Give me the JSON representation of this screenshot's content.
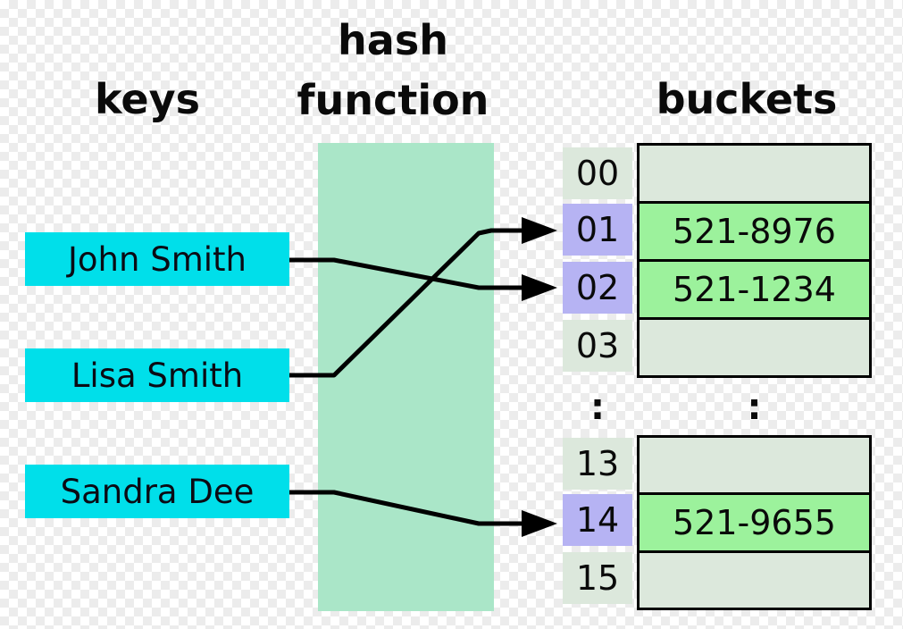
{
  "titles": {
    "keys": "keys",
    "hash_function": "hash function",
    "buckets": "buckets"
  },
  "keys": [
    {
      "label": "John Smith"
    },
    {
      "label": "Lisa Smith"
    },
    {
      "label": "Sandra Dee"
    }
  ],
  "index_cells": [
    {
      "label": "00",
      "highlighted": false
    },
    {
      "label": "01",
      "highlighted": true
    },
    {
      "label": "02",
      "highlighted": true
    },
    {
      "label": "03",
      "highlighted": false
    },
    {
      "label": "13",
      "highlighted": false
    },
    {
      "label": "14",
      "highlighted": true
    },
    {
      "label": "15",
      "highlighted": false
    }
  ],
  "ellipsis": ":",
  "buckets_upper": [
    {
      "index": "00",
      "value": "",
      "filled": false
    },
    {
      "index": "01",
      "value": "521-8976",
      "filled": true
    },
    {
      "index": "02",
      "value": "521-1234",
      "filled": true
    },
    {
      "index": "03",
      "value": "",
      "filled": false
    }
  ],
  "buckets_lower": [
    {
      "index": "13",
      "value": "",
      "filled": false
    },
    {
      "index": "14",
      "value": "521-9655",
      "filled": true
    },
    {
      "index": "15",
      "value": "",
      "filled": false
    }
  ],
  "arrows": [
    {
      "from_key": "John Smith",
      "to_index": "02"
    },
    {
      "from_key": "Lisa Smith",
      "to_index": "01"
    },
    {
      "from_key": "Sandra Dee",
      "to_index": "14"
    }
  ],
  "colors": {
    "key_fill": "#00dfea",
    "hash_fill": "#aae6c8",
    "index_highlight": "#b6b3f3",
    "cell_empty": "#dce8dc",
    "cell_filled": "#9cf29c",
    "line": "#000000",
    "checker_light": "#ffffff",
    "checker_dark": "#ececec"
  }
}
